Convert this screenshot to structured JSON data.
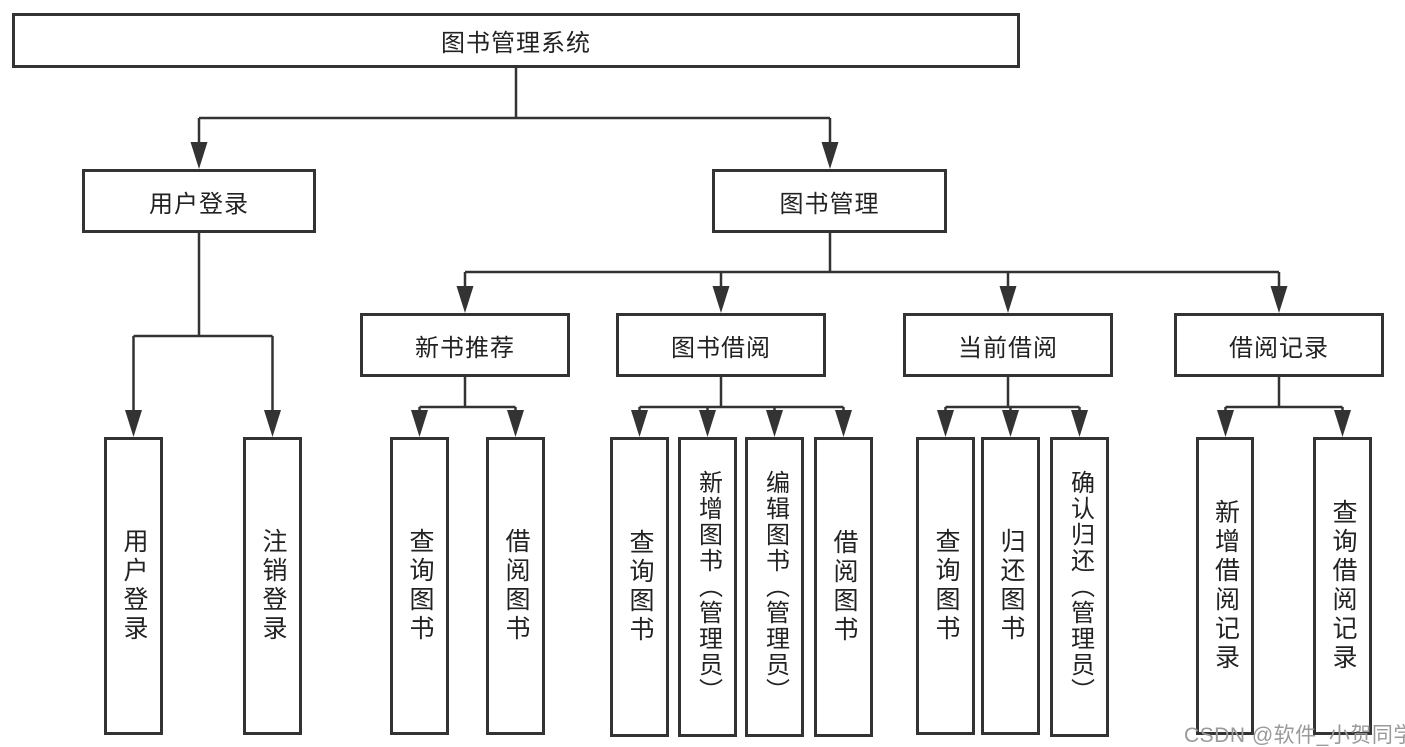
{
  "diagram": {
    "title": "图书管理系统",
    "line_color": "#333333",
    "box_background": "#ffffff",
    "branches": [
      {
        "label": "用户登录",
        "children": [
          {
            "label": "用户登录"
          },
          {
            "label": "注销登录"
          }
        ]
      },
      {
        "label": "图书管理",
        "children": [
          {
            "label": "新书推荐",
            "children": [
              {
                "label": "查询图书"
              },
              {
                "label": "借阅图书"
              }
            ]
          },
          {
            "label": "图书借阅",
            "children": [
              {
                "label": "查询图书"
              },
              {
                "label": "新增图书（管理员）"
              },
              {
                "label": "编辑图书（管理员）"
              },
              {
                "label": "借阅图书"
              }
            ]
          },
          {
            "label": "当前借阅",
            "children": [
              {
                "label": "查询图书"
              },
              {
                "label": "归还图书"
              },
              {
                "label": "确认归还（管理员）"
              }
            ]
          },
          {
            "label": "借阅记录",
            "children": [
              {
                "label": "新增借阅记录"
              },
              {
                "label": "查询借阅记录"
              }
            ]
          }
        ]
      }
    ]
  },
  "watermark": {
    "text": "CSDN @软件_小贺同学",
    "color": "#9a9a9a"
  }
}
